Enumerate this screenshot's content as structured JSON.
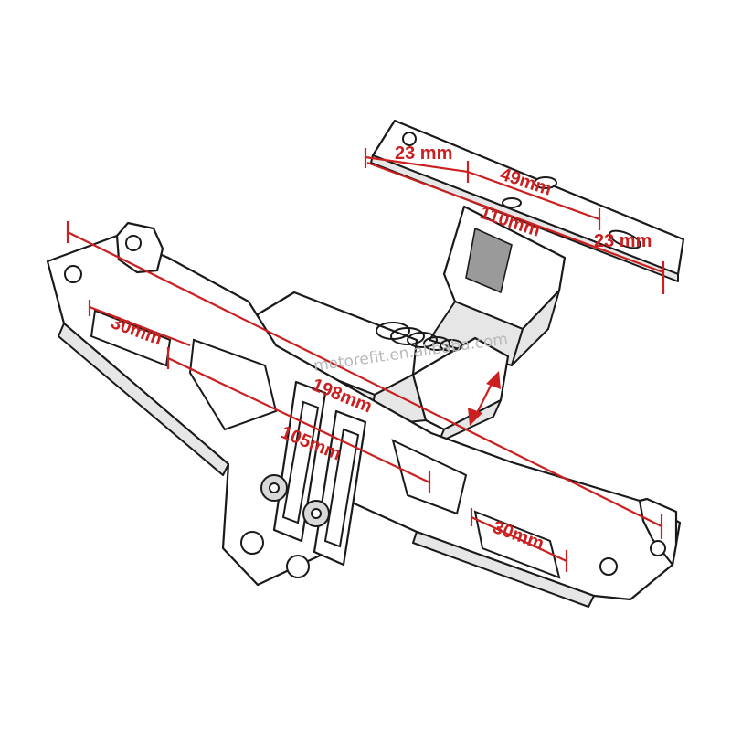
{
  "colors": {
    "dimension": "#cc1f1f",
    "outline": "#1a1a1a",
    "watermark": "#b9b9b9",
    "background": "#ffffff"
  },
  "watermark": "motorefit.en.alibaba.com",
  "dimensions": {
    "top_left_23": "23 mm",
    "top_49": "49mm",
    "top_110": "110mm",
    "top_right_23": "23 mm",
    "slot_left_30": "30mm",
    "overall_198": "198mm",
    "center_105": "105mm",
    "slot_right_30": "30mm"
  },
  "icons": {
    "adjust_arrow": "double-arrow-icon",
    "bolt": "hex-bolt-icon"
  }
}
